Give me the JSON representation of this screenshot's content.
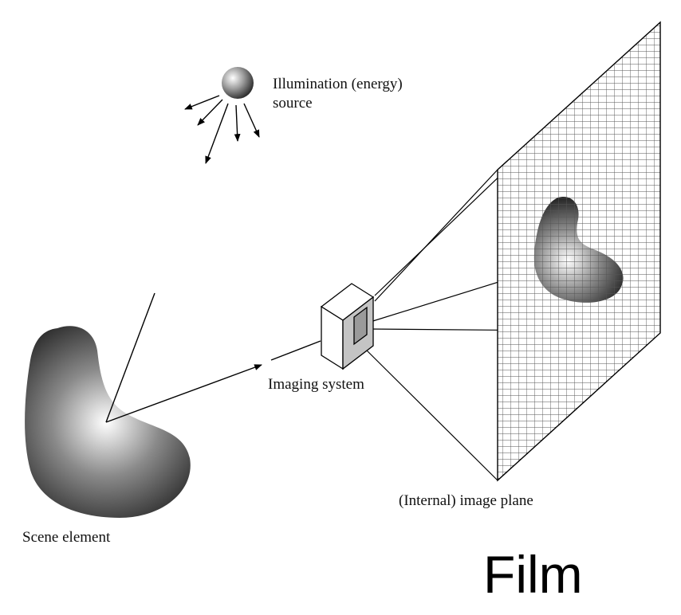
{
  "labels": {
    "illumination_line1": "Illumination (energy)",
    "illumination_line2": "source",
    "imaging_system": "Imaging system",
    "image_plane": "(Internal) image plane",
    "scene_element": "Scene element",
    "film": "Film"
  },
  "colors": {
    "line": "#000000",
    "grid": "#555555",
    "background": "#ffffff"
  }
}
